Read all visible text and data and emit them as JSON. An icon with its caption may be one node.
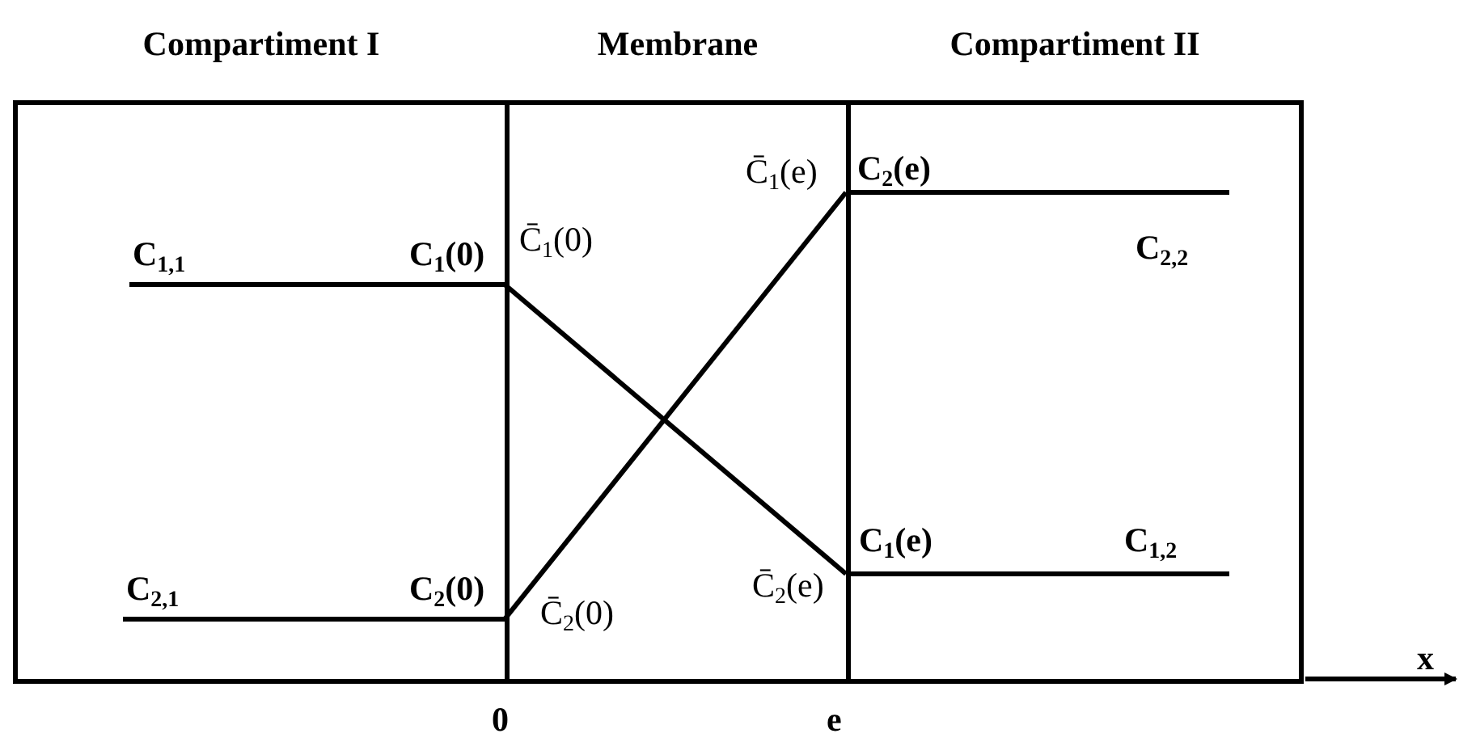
{
  "diagram": {
    "nodes": [
      {
        "text": [
          "Compartiment I"
        ]
      },
      {
        "text": [
          "Membrane"
        ]
      },
      {
        "text": [
          "Compartiment II"
        ]
      }
    ],
    "labels": [
      "C̄$_{1}$(e)",
      "C$_{2}$(e)",
      "C$_{1,1}$",
      "C$_{1}$(0)",
      "C̄$_{1}$(0)",
      "C$_{2,2}$",
      "C$_{1}$(e)",
      "C$_{1,2}$",
      "C$_{2,1}$",
      "C$_{2}$(0)",
      "C̄$_{2}$(e)",
      "C̄$_{2}$(0)",
      "x",
      "0",
      "e"
    ]
  }
}
